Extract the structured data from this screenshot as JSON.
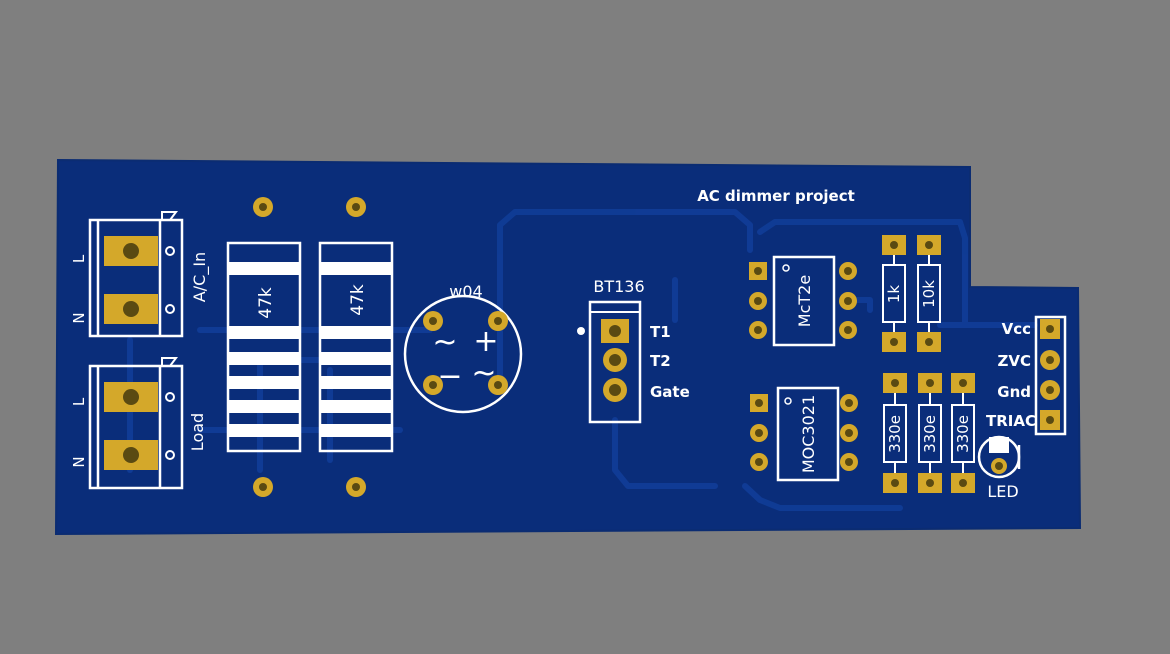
{
  "board": {
    "title": "AC dimmer project",
    "colors": {
      "background": "#7f7f7f",
      "pcb": "#0a2d7a",
      "trace": "#0f3a94",
      "silkscreen": "#ffffff",
      "pad_gold": "#d4a82a",
      "pad_hole": "#5a4a12"
    }
  },
  "terminals": {
    "ac_in": {
      "label": "A/C_In",
      "pin1": "L",
      "pin2": "N"
    },
    "load": {
      "label": "Load",
      "pin1": "L",
      "pin2": "N"
    }
  },
  "resistors_power": [
    {
      "value": "47k"
    },
    {
      "value": "47k"
    }
  ],
  "bridge": {
    "label": "w04",
    "ac_symbol": "~",
    "plus": "+",
    "minus": "−"
  },
  "triac": {
    "label": "BT136",
    "pins": [
      "T1",
      "T2",
      "Gate"
    ]
  },
  "optocouplers": [
    {
      "label": "McT2e"
    },
    {
      "label": "MOC3021"
    }
  ],
  "resistors_small": [
    {
      "value": "1k"
    },
    {
      "value": "10k"
    },
    {
      "value": "330e"
    },
    {
      "value": "330e"
    },
    {
      "value": "330e"
    }
  ],
  "header": {
    "pins": [
      "Vcc",
      "ZVC",
      "Gnd",
      "TRIAC"
    ]
  },
  "led": {
    "label": "LED"
  }
}
